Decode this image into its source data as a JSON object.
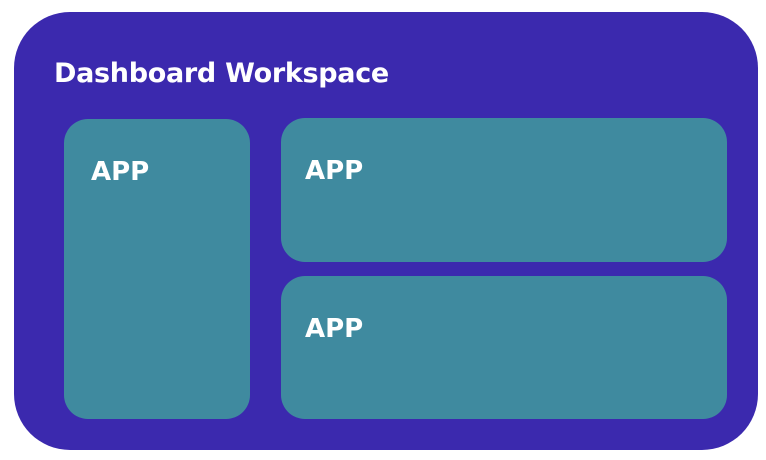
{
  "workspace": {
    "title": "Dashboard Workspace",
    "background_color": "#3b29ae"
  },
  "apps": [
    {
      "label": "APP",
      "color": "#3f8a9f"
    },
    {
      "label": "APP",
      "color": "#3f8a9f"
    },
    {
      "label": "APP",
      "color": "#3f8a9f"
    }
  ],
  "text_color": "#ffffff"
}
